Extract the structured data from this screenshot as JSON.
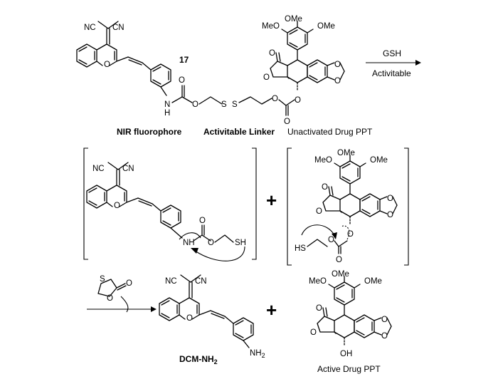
{
  "atoms": {
    "cn": "CN",
    "nc": "NC",
    "ome": "OMe",
    "meo": "MeO",
    "o": "O",
    "n": "N",
    "h": "H",
    "s": "S",
    "sh": "SH",
    "hs": "HS",
    "oh": "OH",
    "nh": "NH",
    "nh2": "NH",
    "sub2": "2"
  },
  "compound_number": "17",
  "reaction": {
    "reagent": "GSH",
    "condition": "Activitable"
  },
  "captions": {
    "fluorophore": "NIR fluorophore",
    "linker": "Activitable Linker",
    "unactivated_drug": "Unactivated Drug PPT",
    "product_dye_main": "DCM-NH",
    "product_dye_sub": "2",
    "active_drug": "Active Drug PPT"
  },
  "plus_sign": "+"
}
